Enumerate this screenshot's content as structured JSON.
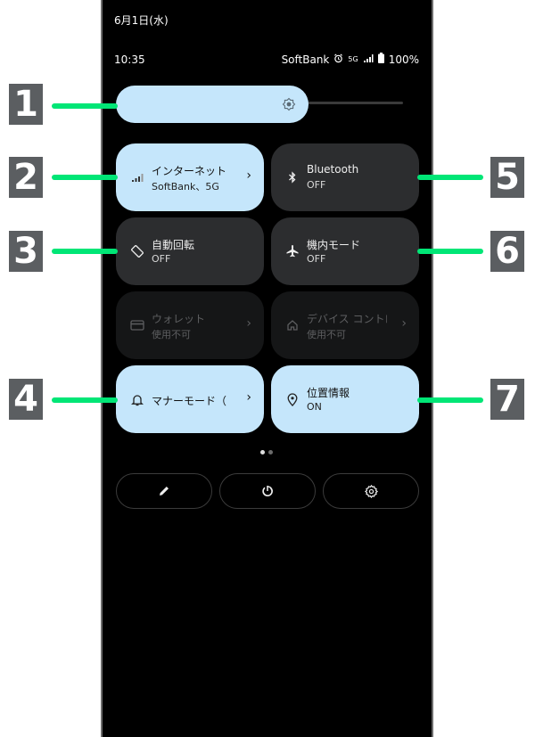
{
  "status": {
    "date": "6月1日(水)",
    "time": "10:35",
    "carrier": "SoftBank",
    "network": "5G",
    "battery": "100%"
  },
  "tiles": [
    {
      "title": "インターネット",
      "sub": "SoftBank、5G",
      "state": "on"
    },
    {
      "title": "Bluetooth",
      "sub": "OFF",
      "state": "off"
    },
    {
      "title": "自動回転",
      "sub": "OFF",
      "state": "off"
    },
    {
      "title": "機内モード",
      "sub": "OFF",
      "state": "off"
    },
    {
      "title": "ウォレット",
      "sub": "使用不可",
      "state": "disabled"
    },
    {
      "title": "デバイス コントロール",
      "sub": "使用不可",
      "state": "disabled"
    },
    {
      "title": "マナーモード（",
      "sub": "",
      "state": "on"
    },
    {
      "title": "位置情報",
      "sub": "ON",
      "state": "on"
    }
  ],
  "callouts": [
    "1",
    "2",
    "3",
    "4",
    "5",
    "6",
    "7"
  ],
  "colors": {
    "accent": "#c5e6fb",
    "callout_line": "#00e676",
    "callout_box": "#5b5e61"
  }
}
